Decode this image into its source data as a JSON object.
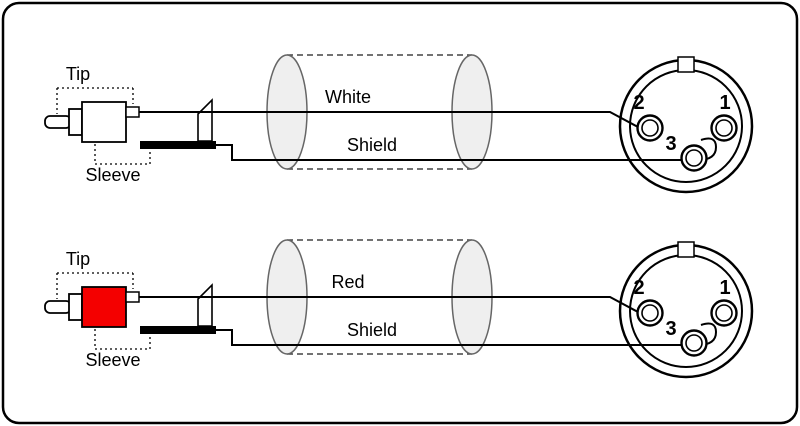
{
  "diagram": {
    "rows": [
      {
        "rca": {
          "tip": "Tip",
          "sleeve": "Sleeve",
          "body_color": "#ffffff"
        },
        "wires": {
          "signal": "White",
          "shield": "Shield"
        },
        "xlr": {
          "pin1": "1",
          "pin2": "2",
          "pin3": "3"
        }
      },
      {
        "rca": {
          "tip": "Tip",
          "sleeve": "Sleeve",
          "body_color": "#f40000"
        },
        "wires": {
          "signal": "Red",
          "shield": "Shield"
        },
        "xlr": {
          "pin1": "1",
          "pin2": "2",
          "pin3": "3"
        }
      }
    ],
    "colors": {
      "line": "#000000",
      "cable_fill": "#efefef",
      "red_connector": "#f40000"
    }
  }
}
